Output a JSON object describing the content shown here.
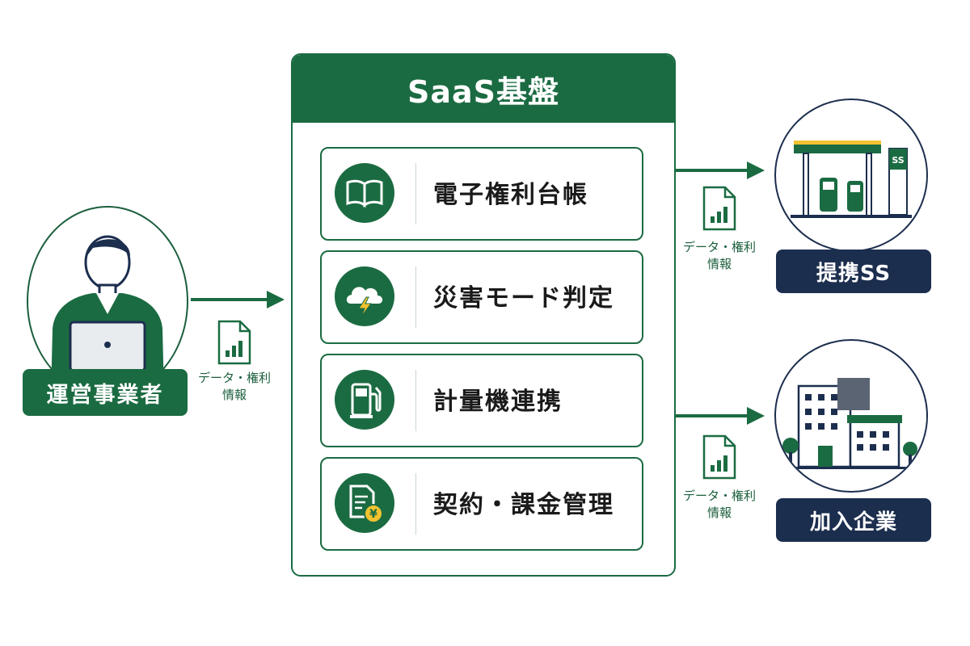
{
  "operator": {
    "label": "運営事業者"
  },
  "flows": {
    "operator_to_saas": {
      "text_line1": "データ・権利",
      "text_line2": "情報"
    },
    "saas_to_ss": {
      "text_line1": "データ・権利",
      "text_line2": "情報"
    },
    "saas_to_company": {
      "text_line1": "データ・権利",
      "text_line2": "情報"
    }
  },
  "saas": {
    "title": "SaaS基盤",
    "modules": [
      {
        "label": "電子権利台帳",
        "icon": "book-icon"
      },
      {
        "label": "災害モード判定",
        "icon": "storm-cloud-icon"
      },
      {
        "label": "計量機連携",
        "icon": "fuel-pump-icon"
      },
      {
        "label": "契約・課金管理",
        "icon": "invoice-yen-icon"
      }
    ]
  },
  "destinations": {
    "gas_station": {
      "label": "提携SS",
      "sign_text": "SS",
      "icon": "gas-station-icon"
    },
    "company": {
      "label": "加入企業",
      "icon": "office-building-icon"
    }
  },
  "colors": {
    "green": "#1b6b42",
    "navy": "#1c2e4e",
    "accent_yellow": "#f2c230"
  }
}
